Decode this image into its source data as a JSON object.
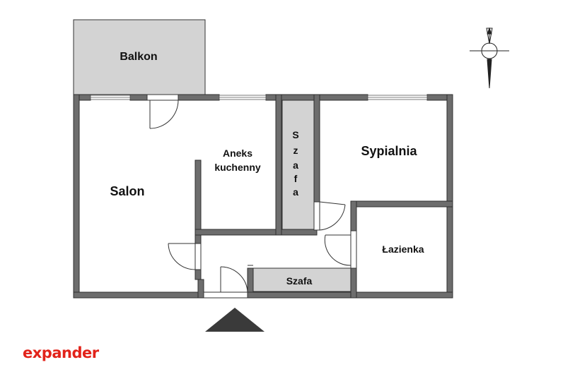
{
  "rooms": {
    "balcony": "Balkon",
    "living_room": "Salon",
    "kitchenette_line1": "Aneks",
    "kitchenette_line2": "kuchenny",
    "bedroom": "Sypialnia",
    "bathroom": "Łazienka",
    "wardrobe_vertical": [
      "S",
      "z",
      "a",
      "f",
      "a"
    ],
    "wardrobe_horizontal": "Szafa"
  },
  "logo": {
    "prefix": "e",
    "suffix": "xpander"
  },
  "colors": {
    "wall": "#6d6d6d",
    "wall_outline": "#2f2f2f",
    "fill_gray": "#d3d3d3",
    "entrance_arrow": "#3a3a3a",
    "logo_red": "#e2231a"
  },
  "icons": {
    "compass": "north-arrow-icon",
    "entrance": "entrance-triangle-icon"
  }
}
